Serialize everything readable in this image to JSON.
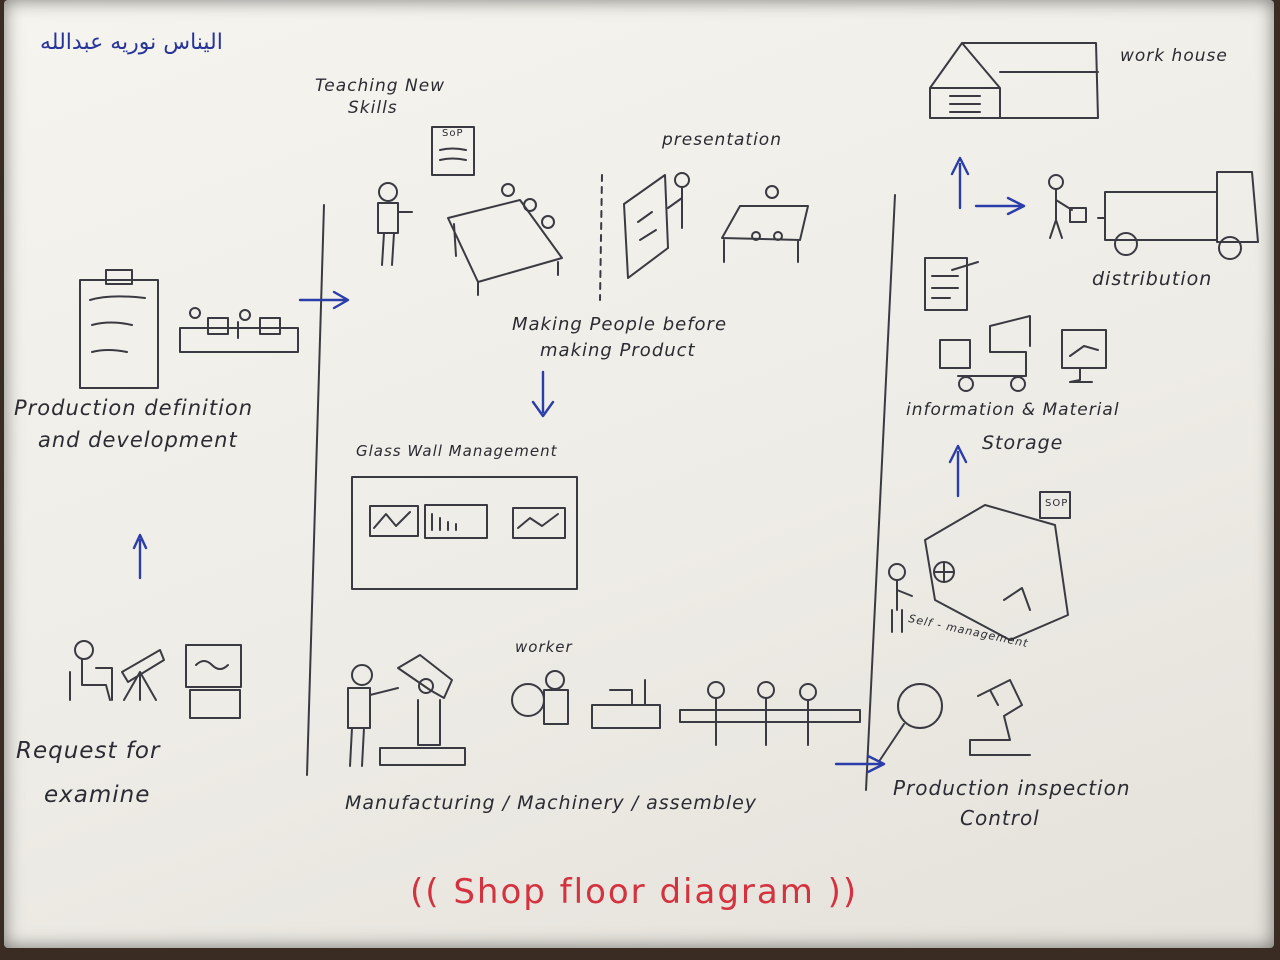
{
  "header": {
    "author_signature": "اليناس نوريه عبدالله"
  },
  "left_column": {
    "product_definition": {
      "line1": "Production definition",
      "line2": "and development"
    },
    "request": {
      "line1": "Request for",
      "line2": "examine"
    }
  },
  "middle_column": {
    "teaching": {
      "line1": "Teaching New",
      "line2": "Skills"
    },
    "presentation": "presentation",
    "making_people": {
      "line1": "Making People before",
      "line2": "making Product"
    },
    "glass_wall": "Glass Wall Management",
    "worker": "worker",
    "manufacturing": "Manufacturing / Machinery / assembley",
    "sop_badge": "SoP"
  },
  "right_column": {
    "workhouse": "work house",
    "distribution": "distribution",
    "info_storage": {
      "line1": "information & Material",
      "line2": "Storage"
    },
    "self_management": "Self - management",
    "sop_badge": "SOP",
    "inspection": {
      "line1": "Production inspection",
      "line2": "Control"
    }
  },
  "footer": {
    "title": "(( Shop floor diagram ))"
  },
  "colors": {
    "ink": "#3a3a42",
    "arrow_blue": "#2a3da8",
    "title_red": "#d4323f",
    "paper": "#f2f0ea"
  }
}
